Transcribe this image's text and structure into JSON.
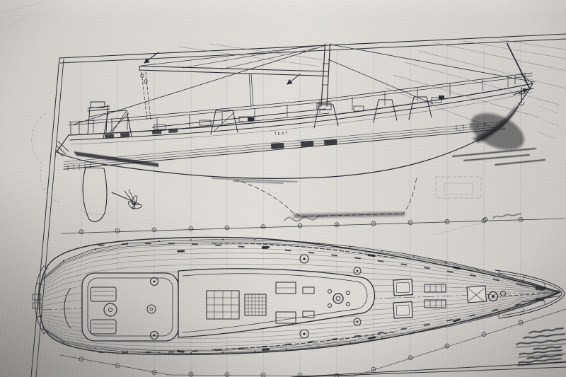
{
  "photo": {
    "colors": {
      "paper": "#dedbd6",
      "ink": "#2b2b33",
      "pencil": "#84848d",
      "dark": "#16161d"
    }
  },
  "sheet": {
    "views": {
      "upper": "sailplan-profile-view",
      "lower": "deck-plan-view"
    }
  },
  "labels": {
    "hull_side_text": "TEXT"
  },
  "annotations": {
    "spec_block_line_count": 7,
    "spec_block_legible": false,
    "plan_datum_label_legible": false
  },
  "grid": {
    "station_count": 13
  }
}
